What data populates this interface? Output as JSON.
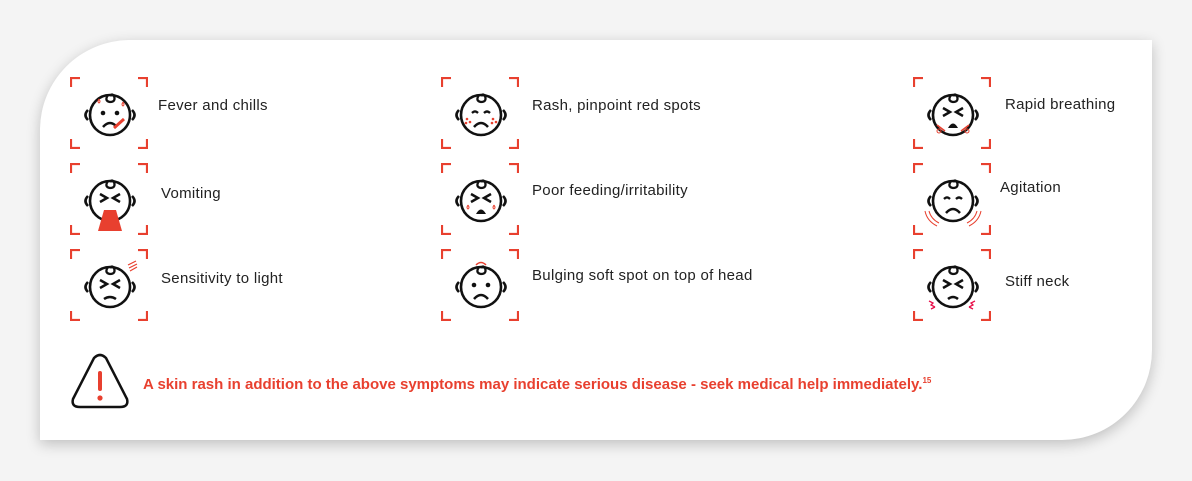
{
  "colors": {
    "accent": "#e8402f",
    "text": "#222222"
  },
  "symptoms": [
    {
      "label": "Fever and chills",
      "icon": "fever-face-icon"
    },
    {
      "label": "Vomiting",
      "icon": "vomiting-face-icon"
    },
    {
      "label": "Sensitivity to light",
      "icon": "light-sensitivity-face-icon"
    },
    {
      "label": "Rash, pinpoint red spots",
      "icon": "rash-face-icon"
    },
    {
      "label": "Poor feeding/irritability",
      "icon": "irritable-face-icon"
    },
    {
      "label": "Bulging soft spot on top of head",
      "icon": "bulging-soft-spot-face-icon"
    },
    {
      "label": "Rapid breathing",
      "icon": "rapid-breathing-face-icon"
    },
    {
      "label": "Agitation",
      "icon": "agitation-face-icon"
    },
    {
      "label": "Stiff neck",
      "icon": "stiff-neck-face-icon"
    }
  ],
  "warning": {
    "text": "A skin rash in addition to the above symptoms may indicate serious disease - seek medical help immediately.",
    "reference": "15",
    "icon": "warning-triangle-icon"
  }
}
